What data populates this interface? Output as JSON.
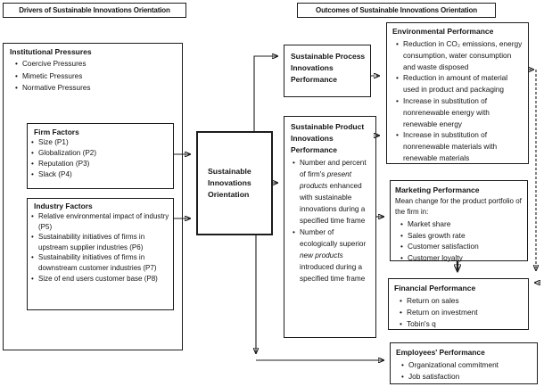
{
  "headers": {
    "drivers": "Drivers of Sustainable Innovations Orientation",
    "outcomes": "Outcomes of Sustainable Innovations Orientation"
  },
  "boxes": {
    "institutional": {
      "title": "Institutional Pressures",
      "items": [
        "Coercive Pressures",
        "Mimetic Pressures",
        "Normative Pressures"
      ]
    },
    "firm": {
      "title": "Firm Factors",
      "items": [
        "Size (P1)",
        "Globalization (P2)",
        "Reputation (P3)",
        "Slack (P4)"
      ]
    },
    "industry": {
      "title": "Industry Factors",
      "items": [
        "Relative environmental impact of industry (P5)",
        "Sustainability initiatives of firms in upstream supplier industries (P6)",
        "Sustainability initiatives of firms in downstream customer industries (P7)",
        "Size of end users customer base (P8)"
      ]
    },
    "sio": {
      "title": "Sustainable Innovations Orientation"
    },
    "process": {
      "title": "Sustainable Process Innovations Performance"
    },
    "product": {
      "title": "Sustainable Product Innovations Performance",
      "items": [
        "Number and percent of firm's *present products* enhanced with sustainable innovations during a specified time frame",
        "Number of ecologically superior *new products* introduced during a specified time frame"
      ]
    },
    "environmental": {
      "title": "Environmental Performance",
      "items": [
        "Reduction in CO₂ emissions, energy consumption, water consumption and waste disposed",
        "Reduction in amount of material used in product and packaging",
        "Increase in substitution of nonrenewable energy with renewable energy",
        "Increase in substitution of nonrenewable materials with renewable materials"
      ]
    },
    "marketing": {
      "title": "Marketing Performance",
      "intro": "Mean change for the product portfolio of the firm in:",
      "items": [
        "Market share",
        "Sales growth rate",
        "Customer satisfaction",
        "Customer loyalty"
      ]
    },
    "financial": {
      "title": "Financial Performance",
      "items": [
        "Return on sales",
        "Return on investment",
        "Tobin's q"
      ]
    },
    "employees": {
      "title": "Employees' Performance",
      "items": [
        "Organizational commitment",
        "Job satisfaction"
      ]
    }
  },
  "colors": {
    "line": "#1c1c1c",
    "text": "#141414",
    "background": "#ffffff"
  }
}
